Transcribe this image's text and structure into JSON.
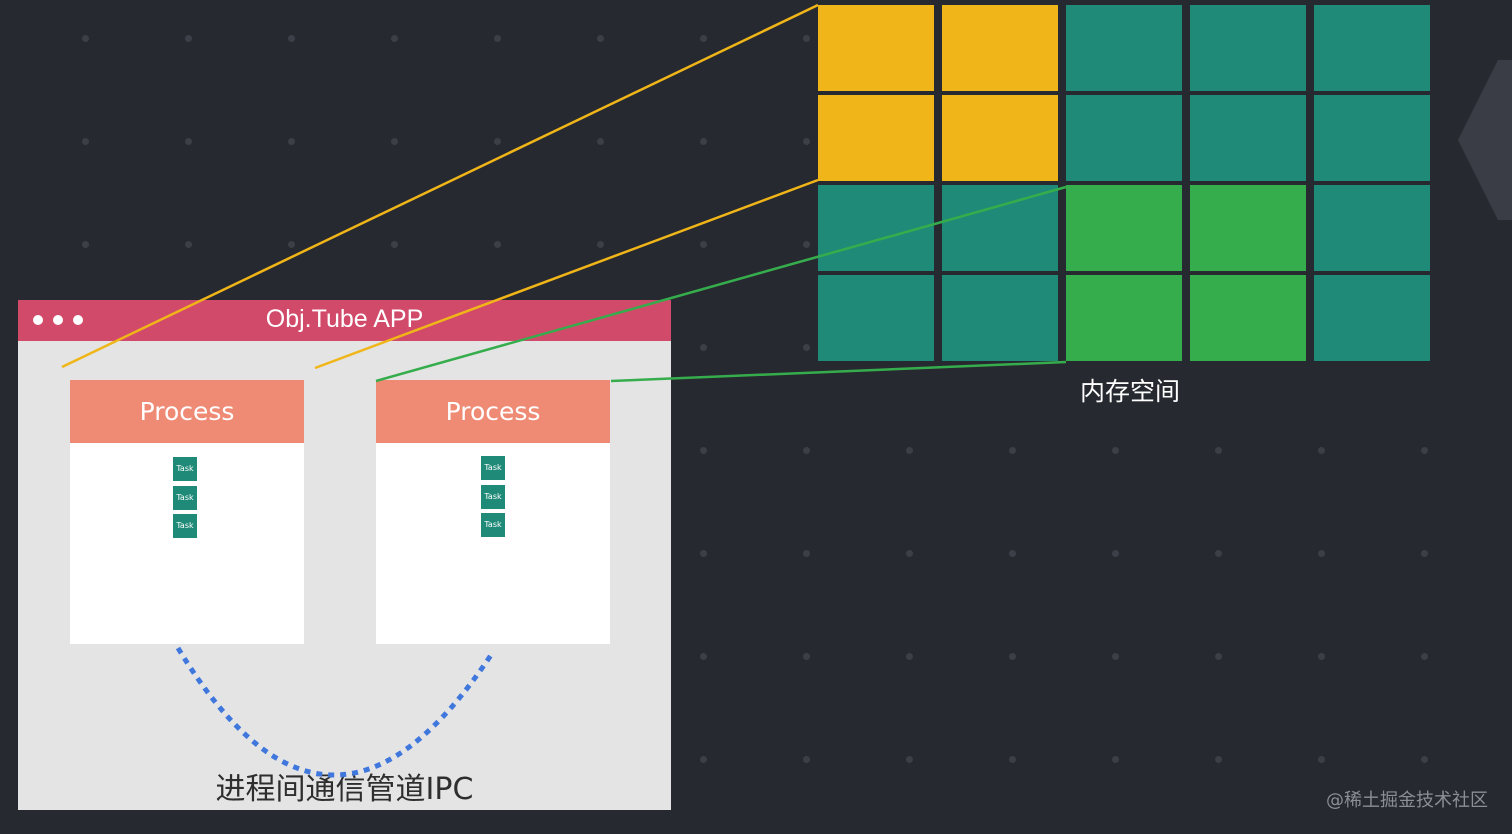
{
  "app": {
    "title": "Obj.Tube APP",
    "processes": [
      {
        "label": "Process",
        "tasks": [
          "Task",
          "Task",
          "Task"
        ]
      },
      {
        "label": "Process",
        "tasks": [
          "Task",
          "Task",
          "Task"
        ]
      }
    ],
    "ipc_label": "进程间通信管道IPC"
  },
  "memory": {
    "label": "内存空间",
    "colors": {
      "yellow": "#f0b518",
      "teal": "#1e8a77",
      "green": "#36ad4c"
    },
    "grid": [
      [
        "yellow",
        "yellow",
        "teal",
        "teal",
        "teal"
      ],
      [
        "yellow",
        "yellow",
        "teal",
        "teal",
        "teal"
      ],
      [
        "teal",
        "teal",
        "green",
        "green",
        "teal"
      ],
      [
        "teal",
        "teal",
        "green",
        "green",
        "teal"
      ]
    ]
  },
  "colors": {
    "background": "#272930",
    "titlebar": "#d24a6a",
    "process_header": "#ef8a75",
    "line_yellow": "#f0b518",
    "line_green": "#36ad4c",
    "ipc_dots": "#3f77dd"
  },
  "watermark": "@稀土掘金技术社区"
}
